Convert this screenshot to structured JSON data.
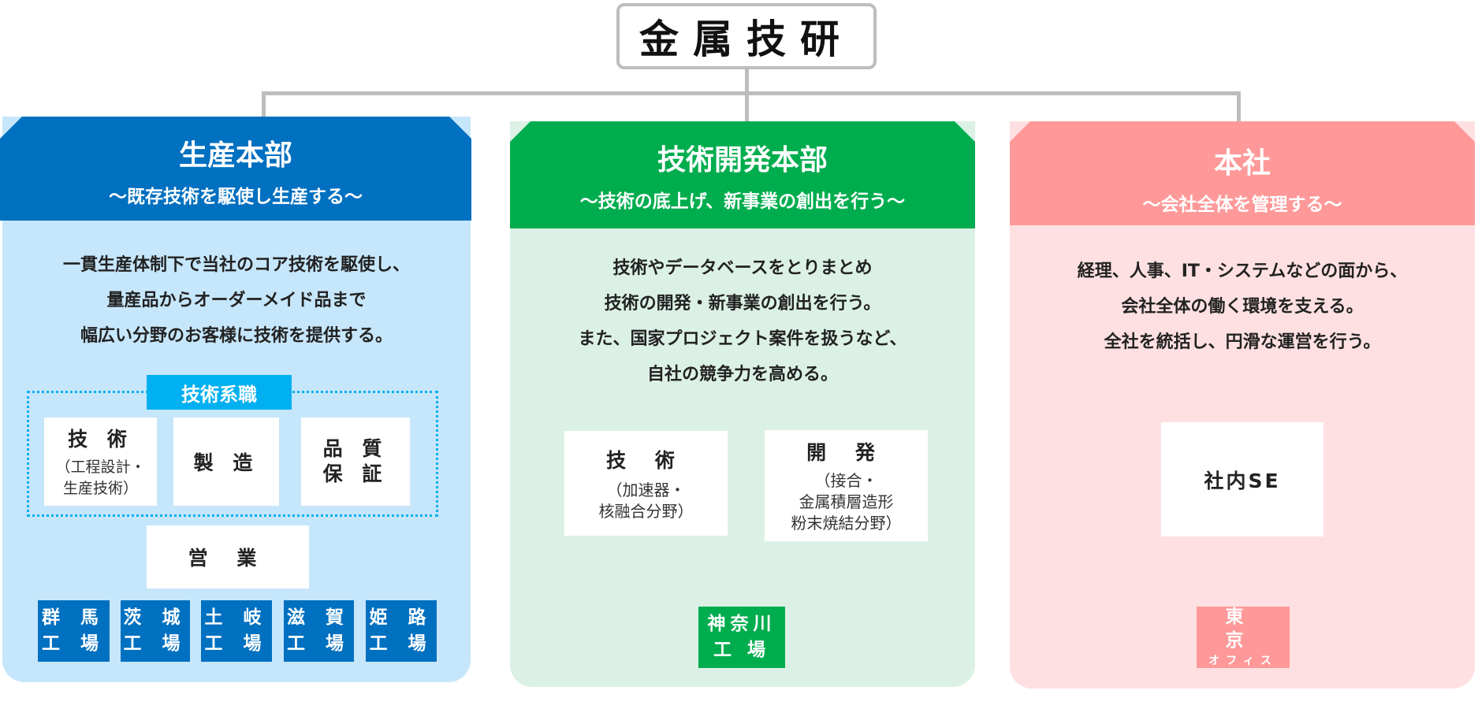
{
  "company": {
    "name": "金属技研"
  },
  "colors": {
    "production": "#0070c0",
    "production_bg": "#c6e6fb",
    "rnd": "#00ad4e",
    "rnd_bg": "#dcf1e6",
    "hq": "#ff9999",
    "hq_bg": "#ffe0e2",
    "connector": "#bdbdbd",
    "tech_label": "#00b0f0"
  },
  "production": {
    "title": "生産本部",
    "subtitle": "～既存技術を駆使し生産する～",
    "description": [
      "一貫生産体制下で当社のコア技術を駆使し、",
      "量産品からオーダーメイド品まで",
      "幅広い分野のお客様に技術を提供する。"
    ],
    "tech_group_label": "技術系職",
    "roles": [
      {
        "main": "技 術",
        "note": "（工程設計・\n生産技術）"
      },
      {
        "main": "製 造",
        "note": ""
      },
      {
        "main": "品 質\n保 証",
        "note": ""
      }
    ],
    "sales": "営 業",
    "plants": [
      {
        "line1": "群 馬",
        "line2": "工 場"
      },
      {
        "line1": "茨 城",
        "line2": "工 場"
      },
      {
        "line1": "土 岐",
        "line2": "工 場"
      },
      {
        "line1": "滋 賀",
        "line2": "工 場"
      },
      {
        "line1": "姫 路",
        "line2": "工 場"
      }
    ]
  },
  "rnd": {
    "title": "技術開発本部",
    "subtitle": "～技術の底上げ、新事業の創出を行う～",
    "description": [
      "技術やデータベースをとりまとめ",
      "技術の開発・新事業の創出を行う。",
      "また、国家プロジェクト案件を扱うなど、",
      "自社の競争力を高める。"
    ],
    "roles": [
      {
        "main": "技 術",
        "note": "（加速器・\n核融合分野）"
      },
      {
        "main": "開 発",
        "note": "（接合・\n金属積層造形\n粉末焼結分野）"
      }
    ],
    "plant": {
      "line1": "神奈川",
      "line2": "工 場"
    }
  },
  "hq": {
    "title": "本社",
    "subtitle": "～会社全体を管理する～",
    "description": [
      "経理、人事、IT・システムなどの面から、",
      "会社全体の働く環境を支える。",
      "全社を統括し、円滑な運営を行う。"
    ],
    "role": "社内SE",
    "office": {
      "line1": "東 京",
      "line2": "オフィス"
    }
  }
}
